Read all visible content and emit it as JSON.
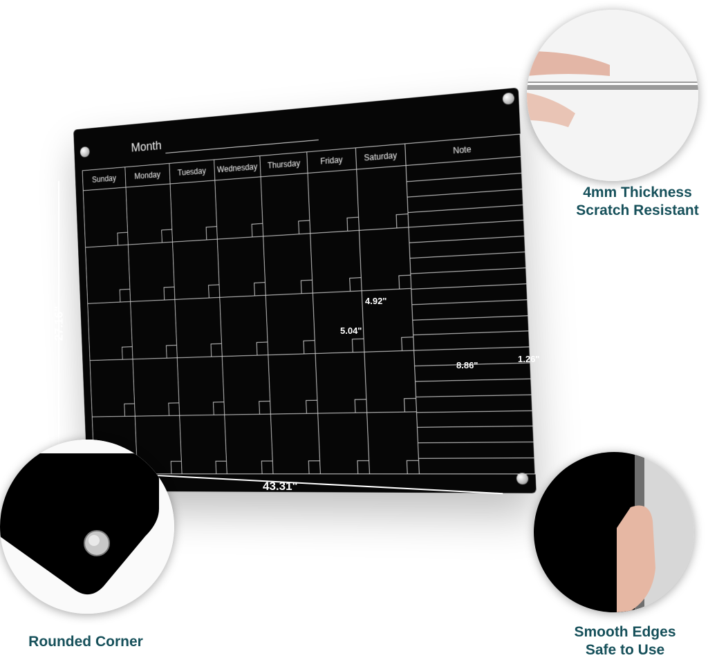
{
  "calendar": {
    "month_label": "Month",
    "days": [
      "Sunday",
      "Monday",
      "Tuesday",
      "Wednesday",
      "Thursday",
      "Friday",
      "Saturday"
    ],
    "note_header": "Note",
    "rows": 5,
    "note_lines": 20
  },
  "dimensions": {
    "height": "27.16\"",
    "width": "43.31\"",
    "cell_width": "4.92\"",
    "cell_height": "5.04\"",
    "note_width": "8.86\"",
    "note_line_spacing": "1.26\""
  },
  "features": {
    "thickness": "4mm Thickness",
    "scratch": "Scratch Resistant",
    "rounded_corner": "Rounded Corner",
    "smooth_edges": "Smooth Edges",
    "safe": "Safe to Use"
  },
  "colors": {
    "board": "#060606",
    "caption": "#16505a",
    "background": "#ffffff"
  }
}
